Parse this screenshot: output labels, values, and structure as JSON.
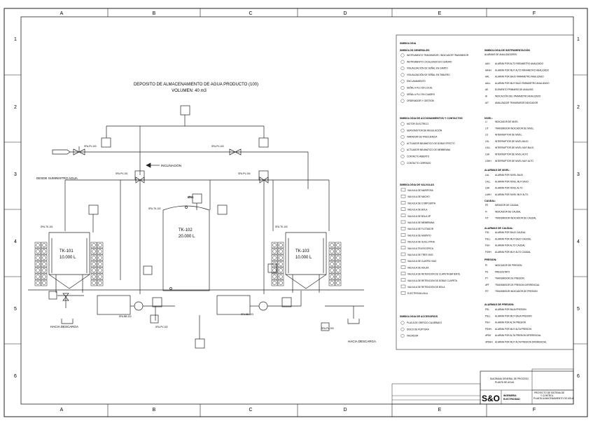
{
  "grid": {
    "columns": [
      "A",
      "B",
      "C",
      "D",
      "E",
      "F"
    ],
    "rows": [
      "1",
      "2",
      "3",
      "4",
      "5",
      "6"
    ]
  },
  "title": {
    "line1": "DEPOSITO DE ALMACENAMIENTO DE AGUA PRODUCTO (100)",
    "line2": "VOLUMEN: 40 m3"
  },
  "tanks": [
    {
      "id": "TK-101",
      "volume": "10.000 L",
      "tag": "SFA-TK-101"
    },
    {
      "id": "TK-102",
      "volume": "20.000 L",
      "tag": "SFA-TK-102"
    },
    {
      "id": "TK-103",
      "volume": "10.000 L",
      "tag": "SFA-TK-103"
    }
  ],
  "valves": {
    "pv100": "SFA-PV-100",
    "pv101": "SFA-PV-101",
    "pv103": "SFA-PV-103",
    "pv104": "SFA-PV-104",
    "pv102": "SFA-PV-102",
    "pv103b": "SFA-PV-103"
  },
  "pumps": {
    "p1": "SFA-BB-102",
    "p2": "SFA-BB-103"
  },
  "labels": {
    "supply": "DESDE SUMINISTRO AGUA",
    "slope": "INCLINACIÓN",
    "drain1": "HACIA DESCARGA",
    "drain2": "HACIA DESCARGA",
    "flange": "Ø51"
  },
  "legend": {
    "heading": "SIMBOLOGIA",
    "general": {
      "title": "SIMBOLOS GENERALES",
      "items": [
        "INSTRUMENTO TRANSMISOR / INDICADOR TRANSMISOR",
        "INSTRUMENTO LOCALIZADO EN CUADRO",
        "VISUALIZACIÓN DE SEÑAL EN CAMPO",
        "VISUALIZACIÓN DE SEÑAL EN TABLERO",
        "ENCLAVAMIENTO",
        "SEÑAL A PLC EN LOCAL",
        "SEÑAL A PLC EN CUADRO",
        "ORDENADOR Y GESTION"
      ]
    },
    "instrumentation": {
      "title": "SIMBOLOGIA DE INSTRUMENTACIÓN",
      "subtitle": "ALARMAS DE ANALIZADORES:",
      "items": [
        [
          "AAH",
          "ALARMA POR ALTO PARAMETRO ANALIZADO"
        ],
        [
          "AAHH",
          "ALARMA POR MUY ALTO PARAMETRO ANALIZADO"
        ],
        [
          "AAL",
          "ALARMA POR BAJO PARAMETRO ANALIZADO"
        ],
        [
          "AALL",
          "ALARMA POR MUY BAJO PARAMETRO ANALIZADO"
        ],
        [
          "AE",
          "ELEMENTO PRIMARIO DE ANALISIS"
        ],
        [
          "AI",
          "INDICACIÓN DEL PARAMETRO ANALIZADO"
        ],
        [
          "AIT",
          "ANALIZADOR TRANSMISOR INDICADOR"
        ]
      ]
    },
    "actuators": {
      "title": "SIMBOLOGIA DE ACCIONAMIENTOS Y CONTACTOS",
      "items": [
        "MOTOR ELECTRICO",
        "SERVOMOTOR DE REGULACIÓN",
        "VARIADOR DE FRECUENCIA",
        "ACTUADOR NEUMATICO DE DOBLE EFECTO",
        "ACTUADOR NEUMATICO DE MEMBRANA",
        "CONTACTO ABIERTO",
        "CONTACTO CERRADO"
      ]
    },
    "level": {
      "title": "NIVEL:",
      "items": [
        [
          "LI",
          "INDICADOR DE NIVEL"
        ],
        [
          "LIT",
          "TRANSMISOR INDICADOR DE NIVEL"
        ],
        [
          "LS",
          "INTERRUPTOR DE NIVEL"
        ],
        [
          "LSL",
          "INTERRUPTOR DE NIVEL BAJO"
        ],
        [
          "LSLL",
          "INTERRUPTOR DE NIVEL MUY BAJO"
        ],
        [
          "LSH",
          "INTERRUPTOR DE NIVEL ALTO"
        ],
        [
          "LSHH",
          "INTERRUPTOR DE NIVEL MUY ALTO"
        ]
      ],
      "alarms_title": "ALARMAS DE NIVEL:",
      "alarms": [
        [
          "LAL",
          "ALARMA POR NIVEL BAJO"
        ],
        [
          "LALL",
          "ALARMA POR NIVEL MUY BAJO"
        ],
        [
          "LAH",
          "ALARMA POR NIVEL ALTO"
        ],
        [
          "LAHH",
          "ALARMA POR NIVEL MUY ALTO"
        ]
      ]
    },
    "valves": {
      "title": "SIMBOLOGIA DE VALVULAS",
      "items": [
        "VALVULA DE MARIPOSA",
        "VALVULA DE MACHO",
        "VALVULA DE COMPUERTA",
        "VALVULA DE BOLA",
        "VALVULA DE BOLA 3P",
        "VALVULA DE MEMBRANA",
        "VALVULA DE FLOTADOR",
        "VALVULA DE ASIENTO",
        "VALVULA DE GUILLOTINA",
        "VALVULA TELESCOPICA",
        "VALVULA DE TRES VIAS",
        "VALVULA DE CUATRO VIAS",
        "VALVULA DE AGUJA",
        "VALVULA DE RETENCION DE CLAPETA BATIENTE",
        "VALVULA DE RETENCION DE DOBLE CLAPETA",
        "VALVULA DE RETENCION DE BOLA",
        "ELECTROVALVULA"
      ]
    },
    "flow": {
      "title": "CAUDAL:",
      "items": [
        [
          "FE",
          "MEDIDOR DE CAUDAL"
        ],
        [
          "FI",
          "INDICADOR DE CAUDAL"
        ],
        [
          "FIT",
          "TRANSMISOR INDICADOR DE CAUDAL"
        ]
      ],
      "alarms_title": "ALARMAS DE CAUDAL:",
      "alarms": [
        [
          "FSL",
          "ALARMA POR BAJO CAUDAL"
        ],
        [
          "FSLL",
          "ALARMA POR MUY BAJO CAUDAL"
        ],
        [
          "FSH",
          "ALARMA POR ALTO CAUDAL"
        ],
        [
          "FSHH",
          "ALARMA POR MUY ALTO CAUDAL"
        ]
      ]
    },
    "pressure": {
      "title": "PRESION:",
      "items": [
        [
          "PI",
          "INDICADOR DE PRESION"
        ],
        [
          "PS",
          "PRESOSTATO"
        ],
        [
          "PT",
          "TRANSMISOR DE PRESION"
        ],
        [
          "dPT",
          "TRANSMISOR DE PRESION DIFERENCIAL"
        ],
        [
          "PIT",
          "TRANSMISOR INDICADOR DE PRESION"
        ]
      ],
      "alarms_title": "ALARMAS DE PRESION:",
      "alarms": [
        [
          "PSL",
          "ALARMA POR BAJA PRESION"
        ],
        [
          "PSLL",
          "ALARMA POR MUY BAJA PRESION"
        ],
        [
          "PSH",
          "ALARMA POR ALTA PRESION"
        ],
        [
          "PSHH",
          "ALARMA POR MUY ALTA PRESION"
        ],
        [
          "dPSH",
          "ALARMA POR ALTA PRESION DIFERENCIAL"
        ],
        [
          "dPSHH",
          "ALARMA POR MUY ALTA PRESION DIFERENCIAL"
        ]
      ]
    },
    "accessories": {
      "title": "SIMBOLOGIA DE ACCESORIOS",
      "items": [
        "PLACA DE ORIFICIO CALIBRADO",
        "DISCO DE RUPTURA",
        "VACIADOR"
      ]
    }
  },
  "titleblock": {
    "company": "S&O",
    "company_sub1": "INGENIERIA",
    "company_sub2": "ELECTRICIDAD",
    "drawing_title": "DIAGRAMA GENERAL DE PROCESO",
    "drawing_sub": "PLANTA DE AGUA",
    "project1": "PROYECTO DE SISTEMA DE",
    "project2": "Y CONTROL",
    "project3": "PLANTA ALMACENAMIENTO DE AGUA"
  }
}
